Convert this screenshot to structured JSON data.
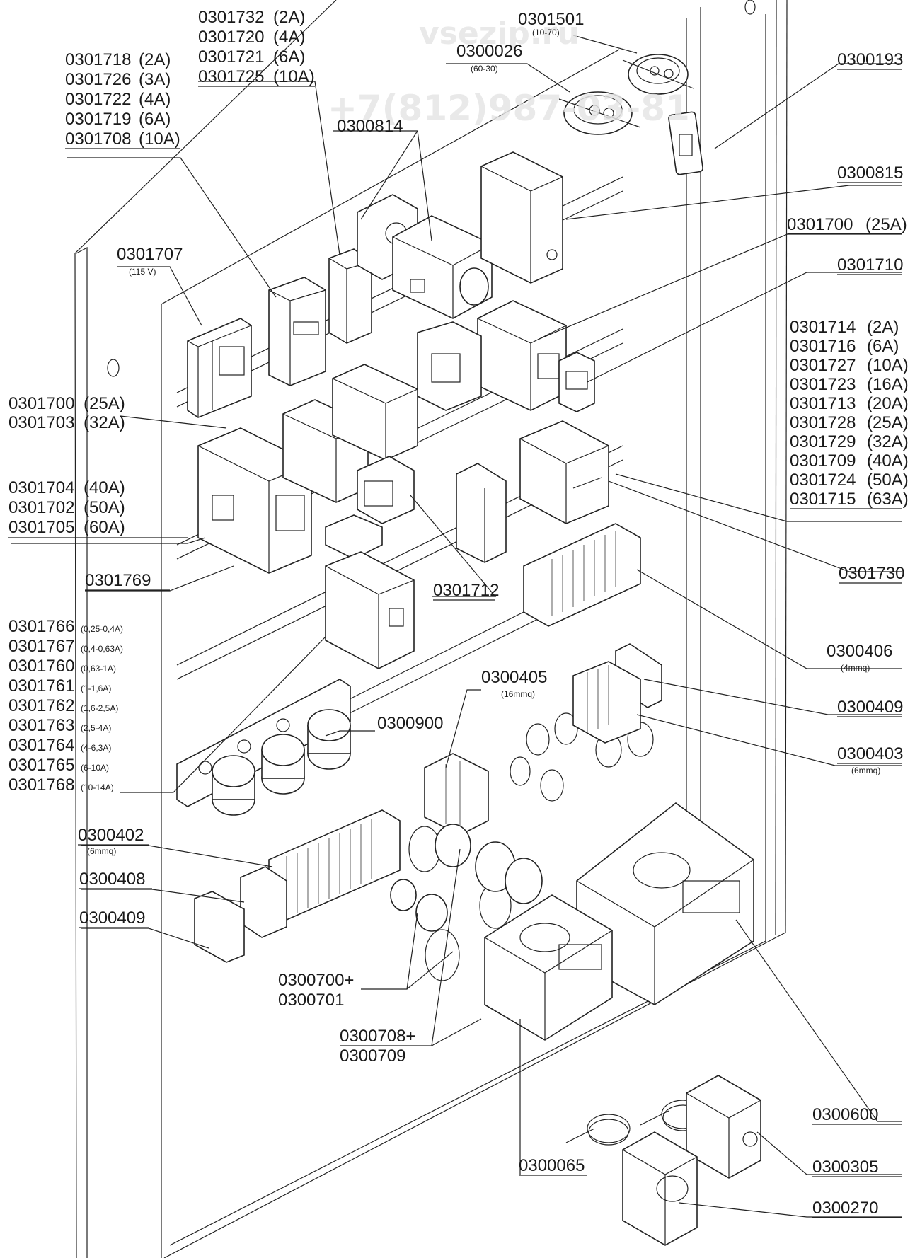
{
  "watermark": {
    "site": "vsezip.ru",
    "phone": "+7(812)987-03-81"
  },
  "labels": {
    "p0301732": "0301732",
    "p0301732_r": "(2A)",
    "p0301720": "0301720",
    "p0301720_r": "(4A)",
    "p0301721": "0301721",
    "p0301721_r": "(6A)",
    "p0301725": "0301725",
    "p0301725_r": "(10A)",
    "p0301501": "0301501",
    "p0301501_s": "(10-70)",
    "p0300026": "0300026",
    "p0300026_s": "(60-30)",
    "p0300193": "0300193",
    "p0301718": "0301718",
    "p0301718_r": "(2A)",
    "p0301726": "0301726",
    "p0301726_r": "(3A)",
    "p0301722": "0301722",
    "p0301722_r": "(4A)",
    "p0301719": "0301719",
    "p0301719_r": "(6A)",
    "p0301708": "0301708",
    "p0301708_r": "(10A)",
    "p0300814": "0300814",
    "p0300815": "0300815",
    "p0301700r": "0301700",
    "p0301700r_r": "(25A)",
    "p0301710": "0301710",
    "p0301707": "0301707",
    "p0301707_s": "(115 V)",
    "p0301714": "0301714",
    "p0301714_r": "(2A)",
    "p0301716": "0301716",
    "p0301716_r": "(6A)",
    "p0301727": "0301727",
    "p0301727_r": "(10A)",
    "p0301723": "0301723",
    "p0301723_r": "(16A)",
    "p0301713": "0301713",
    "p0301713_r": "(20A)",
    "p0301728": "0301728",
    "p0301728_r": "(25A)",
    "p0301729": "0301729",
    "p0301729_r": "(32A)",
    "p0301709": "0301709",
    "p0301709_r": "(40A)",
    "p0301724": "0301724",
    "p0301724_r": "(50A)",
    "p0301715": "0301715",
    "p0301715_r": "(63A)",
    "p0301700l": "0301700",
    "p0301700l_r": "(25A)",
    "p0301703": "0301703",
    "p0301703_r": "(32A)",
    "p0301704": "0301704",
    "p0301704_r": "(40A)",
    "p0301702": "0301702",
    "p0301702_r": "(50A)",
    "p0301705": "0301705",
    "p0301705_r": "(60A)",
    "p0301769": "0301769",
    "p0301712": "0301712",
    "p0301730": "0301730",
    "p0300406": "0300406",
    "p0300406_s": "(4mmq)",
    "p0301766": "0301766",
    "p0301766_s": "(0,25-0,4A)",
    "p0301767": "0301767",
    "p0301767_s": "(0,4-0,63A)",
    "p0301760": "0301760",
    "p0301760_s": "(0,63-1A)",
    "p0301761": "0301761",
    "p0301761_s": "(1-1,6A)",
    "p0301762": "0301762",
    "p0301762_s": "(1,6-2,5A)",
    "p0301763": "0301763",
    "p0301763_s": "(2,5-4A)",
    "p0301764": "0301764",
    "p0301764_s": "(4-6,3A)",
    "p0301765": "0301765",
    "p0301765_s": "(6-10A)",
    "p0301768": "0301768",
    "p0301768_s": "(10-14A)",
    "p0300405": "0300405",
    "p0300405_s": "(16mmq)",
    "p0300409r": "0300409",
    "p0300900": "0300900",
    "p0300403": "0300403",
    "p0300403_s": "(6mmq)",
    "p0300402": "0300402",
    "p0300402_s": "(6mmq)",
    "p0300408": "0300408",
    "p0300409l": "0300409",
    "p0300700": "0300700+",
    "p0300701": "0300701",
    "p0300708": "0300708+",
    "p0300709": "0300709",
    "p0300600": "0300600",
    "p0300065": "0300065",
    "p0300305": "0300305",
    "p0300270": "0300270"
  }
}
